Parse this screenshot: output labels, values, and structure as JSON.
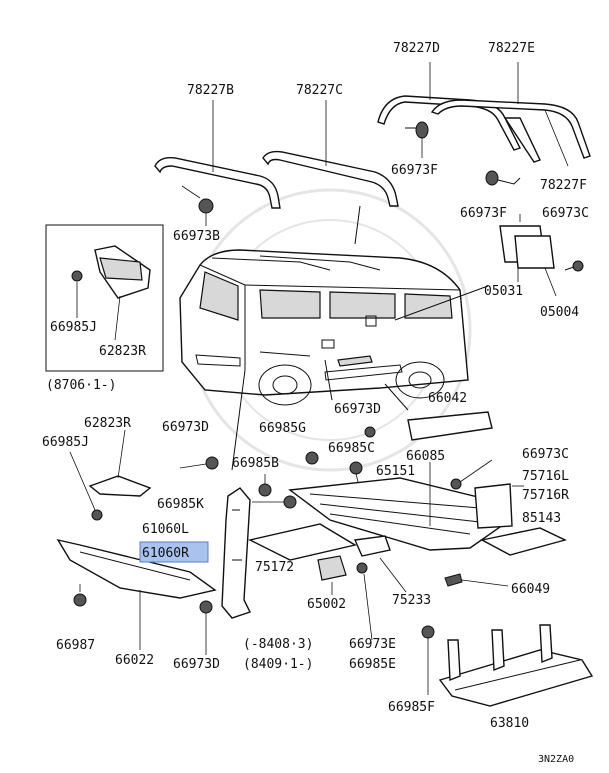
{
  "diagram": {
    "highlight_color": "#a9c3ee",
    "labels": {
      "p78227D": "78227D",
      "p78227E": "78227E",
      "p78227B": "78227B",
      "p78227C": "78227C",
      "p66973F_a": "66973F",
      "p78227F": "78227F",
      "p66973B": "66973B",
      "p66973F_b": "66973F",
      "p66973C_a": "66973C",
      "p05031": "05031",
      "p05004": "05004",
      "p66985J_a": "66985J",
      "p62823R_a": "62823R",
      "date_range_1": "(8706·1-)",
      "p62823R_b": "62823R",
      "p66985J_b": "66985J",
      "p66973D_a": "66973D",
      "p66985G": "66985G",
      "p66973D_b": "66973D",
      "p66985C": "66985C",
      "p66042": "66042",
      "p66085": "66085",
      "p66985B": "66985B",
      "p65151": "65151",
      "p66973C_b": "66973C",
      "p75716L": "75716L",
      "p75716R": "75716R",
      "p66985K": "66985K",
      "p61060L": "61060L",
      "p61060R": "61060R",
      "p85143": "85143",
      "p75172": "75172",
      "p65002": "65002",
      "p75233": "75233",
      "p66049": "66049",
      "p66987": "66987",
      "p66022": "66022",
      "p66973D_c": "66973D",
      "date_range_2": "(-8408·3)",
      "date_range_3": "(8409·1-)",
      "p66973E": "66973E",
      "p66985E": "66985E",
      "p66985F": "66985F",
      "p63810": "63810",
      "diagram_code": "3N2ZA0"
    }
  }
}
